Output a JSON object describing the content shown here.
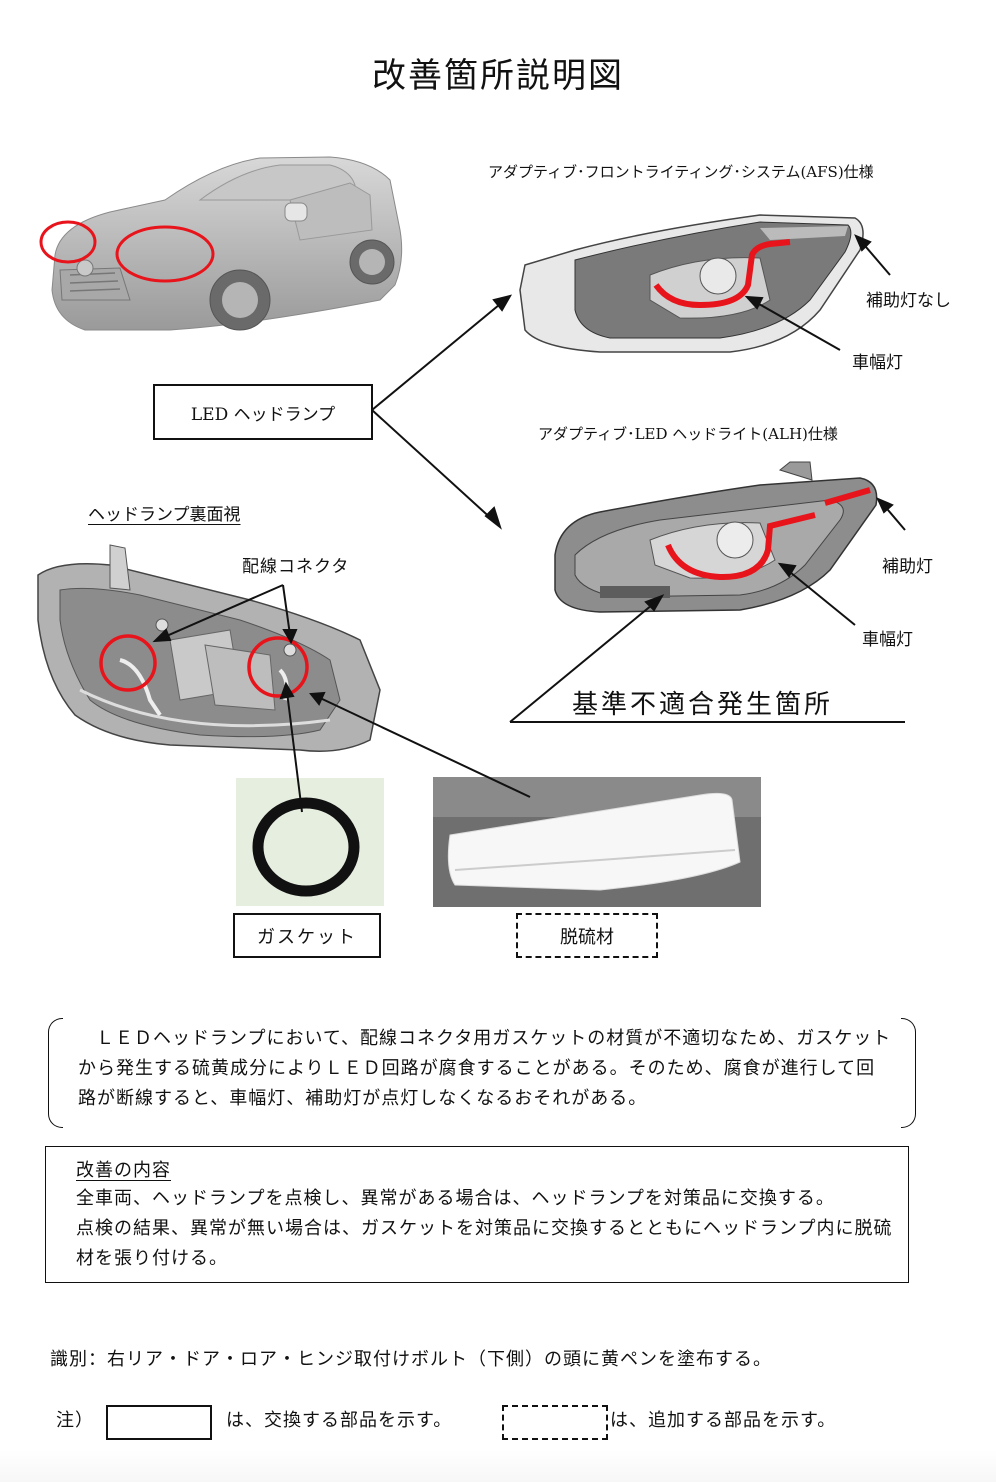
{
  "document": {
    "title": "改善箇所説明図"
  },
  "diagram": {
    "led_headlamp_label": "LED ヘッドランプ",
    "afs_caption": "アダプティブ･フロントライティング･システム(AFS)仕様",
    "afs_callouts": {
      "no_aux_lamp": "補助灯なし",
      "position_lamp": "車幅灯"
    },
    "alh_caption": "アダプティブ･LED ヘッドライト(ALH)仕様",
    "alh_callouts": {
      "aux_lamp": "補助灯",
      "position_lamp": "車幅灯"
    },
    "defect_location_label": "基準不適合発生箇所",
    "rear_view_heading": "ヘッドランプ裏面視",
    "connector_label": "配線コネクタ",
    "gasket_label": "ガスケット",
    "desulfurizer_label": "脱硫材",
    "highlight_color": "#e8141b"
  },
  "description": {
    "text": "ＬＥＤヘッドランプにおいて、配線コネクタ用ガスケットの材質が不適切なため、ガスケットから発生する硫黄成分によりＬＥＤ回路が腐食することがある。そのため、腐食が進行して回路が断線すると、車幅灯、補助灯が点灯しなくなるおそれがある。"
  },
  "improvement": {
    "heading": "改善の内容",
    "line1": "全車両、ヘッドランプを点検し、異常がある場合は、ヘッドランプを対策品に交換する。",
    "line2": "点検の結果、異常が無い場合は、ガスケットを対策品に交換するとともにヘッドランプ内に脱硫材を張り付ける。"
  },
  "identification": {
    "text": "識別：右リア・ドア・ロア・ヒンジ取付けボルト（下側）の頭に黄ペンを塗布する。"
  },
  "legend": {
    "note_label": "注）",
    "replace_text": "は、交換する部品を示す。",
    "add_text": "は、追加する部品を示す。"
  }
}
